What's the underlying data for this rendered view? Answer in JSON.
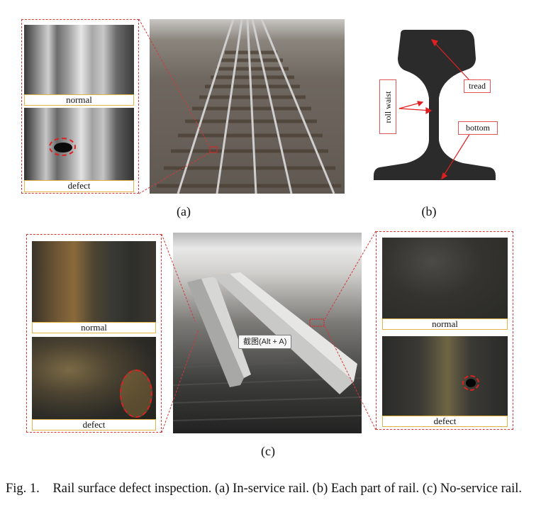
{
  "panel_a": {
    "scan_normal_label": "normal",
    "scan_defect_label": "defect",
    "sublabel": "(a)"
  },
  "panel_b": {
    "tread_label": "tread",
    "roll_waist_label": "roll waist",
    "bottom_label": "bottom",
    "sublabel": "(b)"
  },
  "panel_c": {
    "left_normal_label": "normal",
    "left_defect_label": "defect",
    "right_normal_label": "normal",
    "right_defect_label": "defect",
    "tooltip_text": "截图(Alt + A)",
    "sublabel": "(c)"
  },
  "caption": {
    "prefix": "Fig. 1.",
    "text": "Rail surface defect inspection. (a) In-service rail. (b) Each part of rail. (c) No-service rail."
  },
  "colors": {
    "dashed_frame": "#d23a3a",
    "label_border": "#e3b34b",
    "annotation_red": "#e02020",
    "rail_profile": "#2b2b2b"
  }
}
